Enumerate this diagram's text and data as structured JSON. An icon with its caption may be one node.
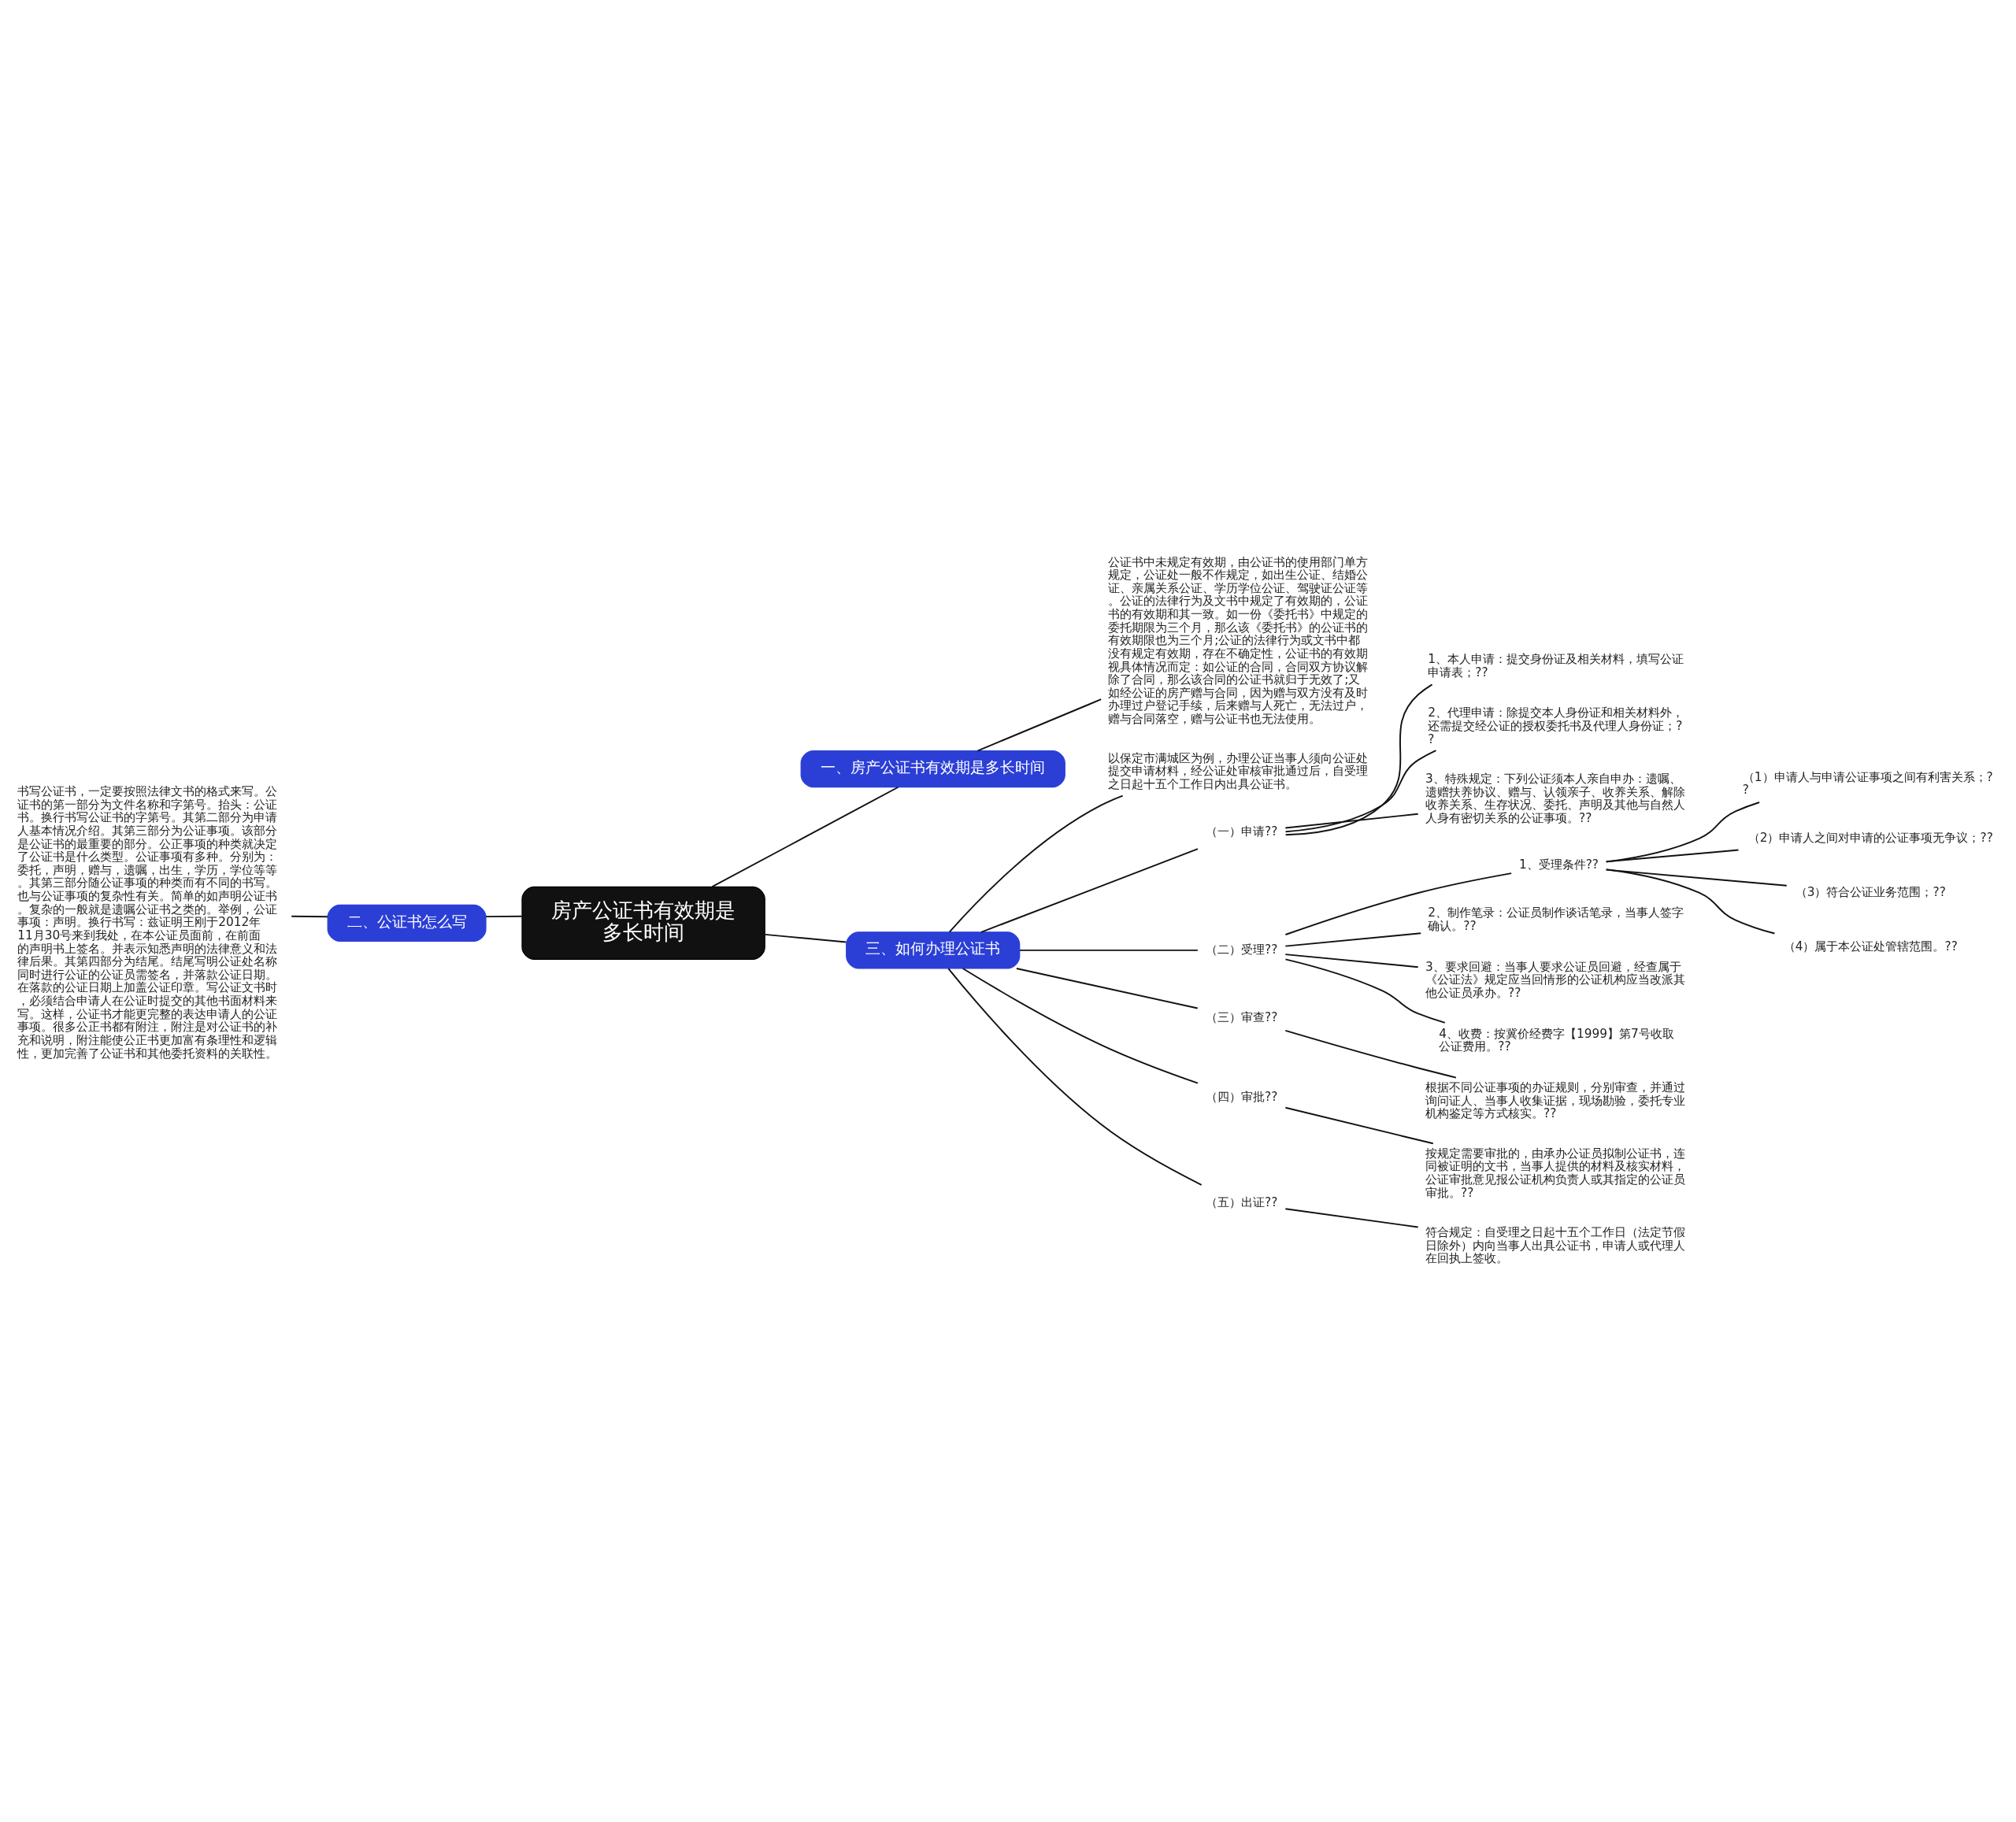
{
  "diagram": {
    "nodes": [
      {
        "text": [
          "房产公证书有效期是多长时间"
        ]
      },
      {
        "text": [
          "一、房产公证书有效期是多长时间"
        ]
      },
      {
        "text": [
          "公证书中未规定有效期，由公证书的使用部门单方规定，公证处一般不作规定，如出生公证、结婚公证、亲属关系公证、学历学位公证、驾驶证公证等。公证的法律行为及文书中规定了有效期的，公证书的有效期和其一致。如一份《委托书》中规定的委托期限为三个月，那么该《委托书》的公证书的有效期限也为三个月;公证的法律行为或文书中都没有规定有效期，存在不确定性，公证书的有效期视具体情况而定：如公证的合同，合同双方协议解除了合同，那么该合同的公证书就归于无效了;又如经公证的房产赠与合同，因为赠与双方没有及时办理过户登记手续，后来赠与人死亡，无法过户，赠与合同落空，赠与公证书也无法使用。"
        ]
      },
      {
        "text": [
          "二、公证书怎么写"
        ]
      },
      {
        "text": [
          "书写公证书，一定要按照法律文书的格式来写。公证书的第一部分为文件名称和字第号。抬头：公证书。换行书写公证书的字第号。其第二部分为申请人基本情况介绍。其第三部分为公证事项。该部分是公证书的最重要的部分。公正事项的种类就决定了公证书是什么类型。公证事项有多种。分别为：委托，声明，赠与，遗嘱，出生，学历，学位等等。其第三部分随公证事项的种类而有不同的书写。也与公证事项的复杂性有关。简单的如声明公证书。复杂的一般就是遗嘱公证书之类的。举例，公证事项：声明。换行书写：兹证明王刚于2012年11月30号来到我处，在本公证员面前，在前面的声明书上签名。并表示知悉声明的法律意义和法律后果。其第四部分为结尾。结尾写明公证处名称同时进行公证的公证员需签名，并落款公证日期。在落款的公证日期上加盖公证印章。写公证文书时，必须结合申请人在公证时提交的其他书面材料来写。这样，公证书才能更完整的表达申请人的公证事项。很多公正书都有附注，附注是对公证书的补充和说明，附注能使公正书更加富有条理性和逻辑性，更加完善了公证书和其他委托资料的关联性。"
        ]
      },
      {
        "text": [
          "三、如何办理公证书"
        ]
      },
      {
        "text": [
          "以保定市满城区为例，办理公证当事人须向公证处提交申请材料，经公证处审核审批通过后，自受理之日起十五个工作日内出具公证书。"
        ]
      },
      {
        "text": [
          "（一）申请??"
        ]
      },
      {
        "text": [
          "1、本人申请：提交身份证及相关材料，填写公证申请表；??"
        ]
      },
      {
        "text": [
          "2、代理申请：除提交本人身份证和相关材料外，还需提交经公证的授权委托书及代理人身份证；??"
        ]
      },
      {
        "text": [
          "3、特殊规定：下列公证须本人亲自申办：遗嘱、遗赠扶养协议、赠与、认领亲子、收养关系、解除收养关系、生存状况、委托、声明及其他与自然人人身有密切关系的公证事项。??"
        ]
      },
      {
        "text": [
          "（二）受理??"
        ]
      },
      {
        "text": [
          "1、受理条件??"
        ]
      },
      {
        "text": [
          "（1）申请人与申请公证事项之间有利害关系；??"
        ]
      },
      {
        "text": [
          "（2）申请人之间对申请的公证事项无争议；??"
        ]
      },
      {
        "text": [
          "（3）符合公证业务范围；??"
        ]
      },
      {
        "text": [
          "（4）属于本公证处管辖范围。??"
        ]
      },
      {
        "text": [
          "2、制作笔录：公证员制作谈话笔录，当事人签字确认。??"
        ]
      },
      {
        "text": [
          "3、要求回避：当事人要求公证员回避，经查属于《公证法》规定应当回情形的公证机构应当改派其他公证员承办。??"
        ]
      },
      {
        "text": [
          "4、收费：按冀价经费字【1999】第7号收取公证费用。??"
        ]
      },
      {
        "text": [
          "（三）审查??"
        ]
      },
      {
        "text": [
          "根据不同公证事项的办证规则，分别审查，并通过询问证人、当事人收集证据，现场勘验，委托专业机构鉴定等方式核实。??"
        ]
      },
      {
        "text": [
          "（四）审批??"
        ]
      },
      {
        "text": [
          "按规定需要审批的，由承办公证员拟制公证书，连同被证明的文书，当事人提供的材料及核实材料，公证审批意见报公证机构负责人或其指定的公证员审批。??"
        ]
      },
      {
        "text": [
          "（五）出证??"
        ]
      },
      {
        "text": [
          "符合规定：自受理之日起十五个工作日（法定节假日除外）内向当事人出具公证书，申请人或代理人在回执上签收。"
        ]
      }
    ],
    "edges": [
      {
        "from": 0,
        "to": 1,
        "arrow": "none"
      },
      {
        "from": 1,
        "to": 2,
        "arrow": "none"
      },
      {
        "from": 0,
        "to": 3,
        "arrow": "none"
      },
      {
        "from": 3,
        "to": 4,
        "arrow": "none"
      },
      {
        "from": 0,
        "to": 5,
        "arrow": "none"
      },
      {
        "from": 5,
        "to": 6,
        "arrow": "none"
      },
      {
        "from": 5,
        "to": 7,
        "arrow": "none"
      },
      {
        "from": 7,
        "to": 8,
        "arrow": "none"
      },
      {
        "from": 7,
        "to": 9,
        "arrow": "none"
      },
      {
        "from": 7,
        "to": 10,
        "arrow": "none"
      },
      {
        "from": 5,
        "to": 11,
        "arrow": "none"
      },
      {
        "from": 11,
        "to": 12,
        "arrow": "none"
      },
      {
        "from": 12,
        "to": 13,
        "arrow": "none"
      },
      {
        "from": 12,
        "to": 14,
        "arrow": "none"
      },
      {
        "from": 12,
        "to": 15,
        "arrow": "none"
      },
      {
        "from": 12,
        "to": 16,
        "arrow": "none"
      },
      {
        "from": 11,
        "to": 17,
        "arrow": "none"
      },
      {
        "from": 11,
        "to": 18,
        "arrow": "none"
      },
      {
        "from": 11,
        "to": 19,
        "arrow": "none"
      },
      {
        "from": 5,
        "to": 20,
        "arrow": "none"
      },
      {
        "from": 20,
        "to": 21,
        "arrow": "none"
      },
      {
        "from": 5,
        "to": 22,
        "arrow": "none"
      },
      {
        "from": 22,
        "to": 23,
        "arrow": "none"
      },
      {
        "from": 5,
        "to": 24,
        "arrow": "none"
      },
      {
        "from": 24,
        "to": 25,
        "arrow": "none"
      }
    ]
  }
}
